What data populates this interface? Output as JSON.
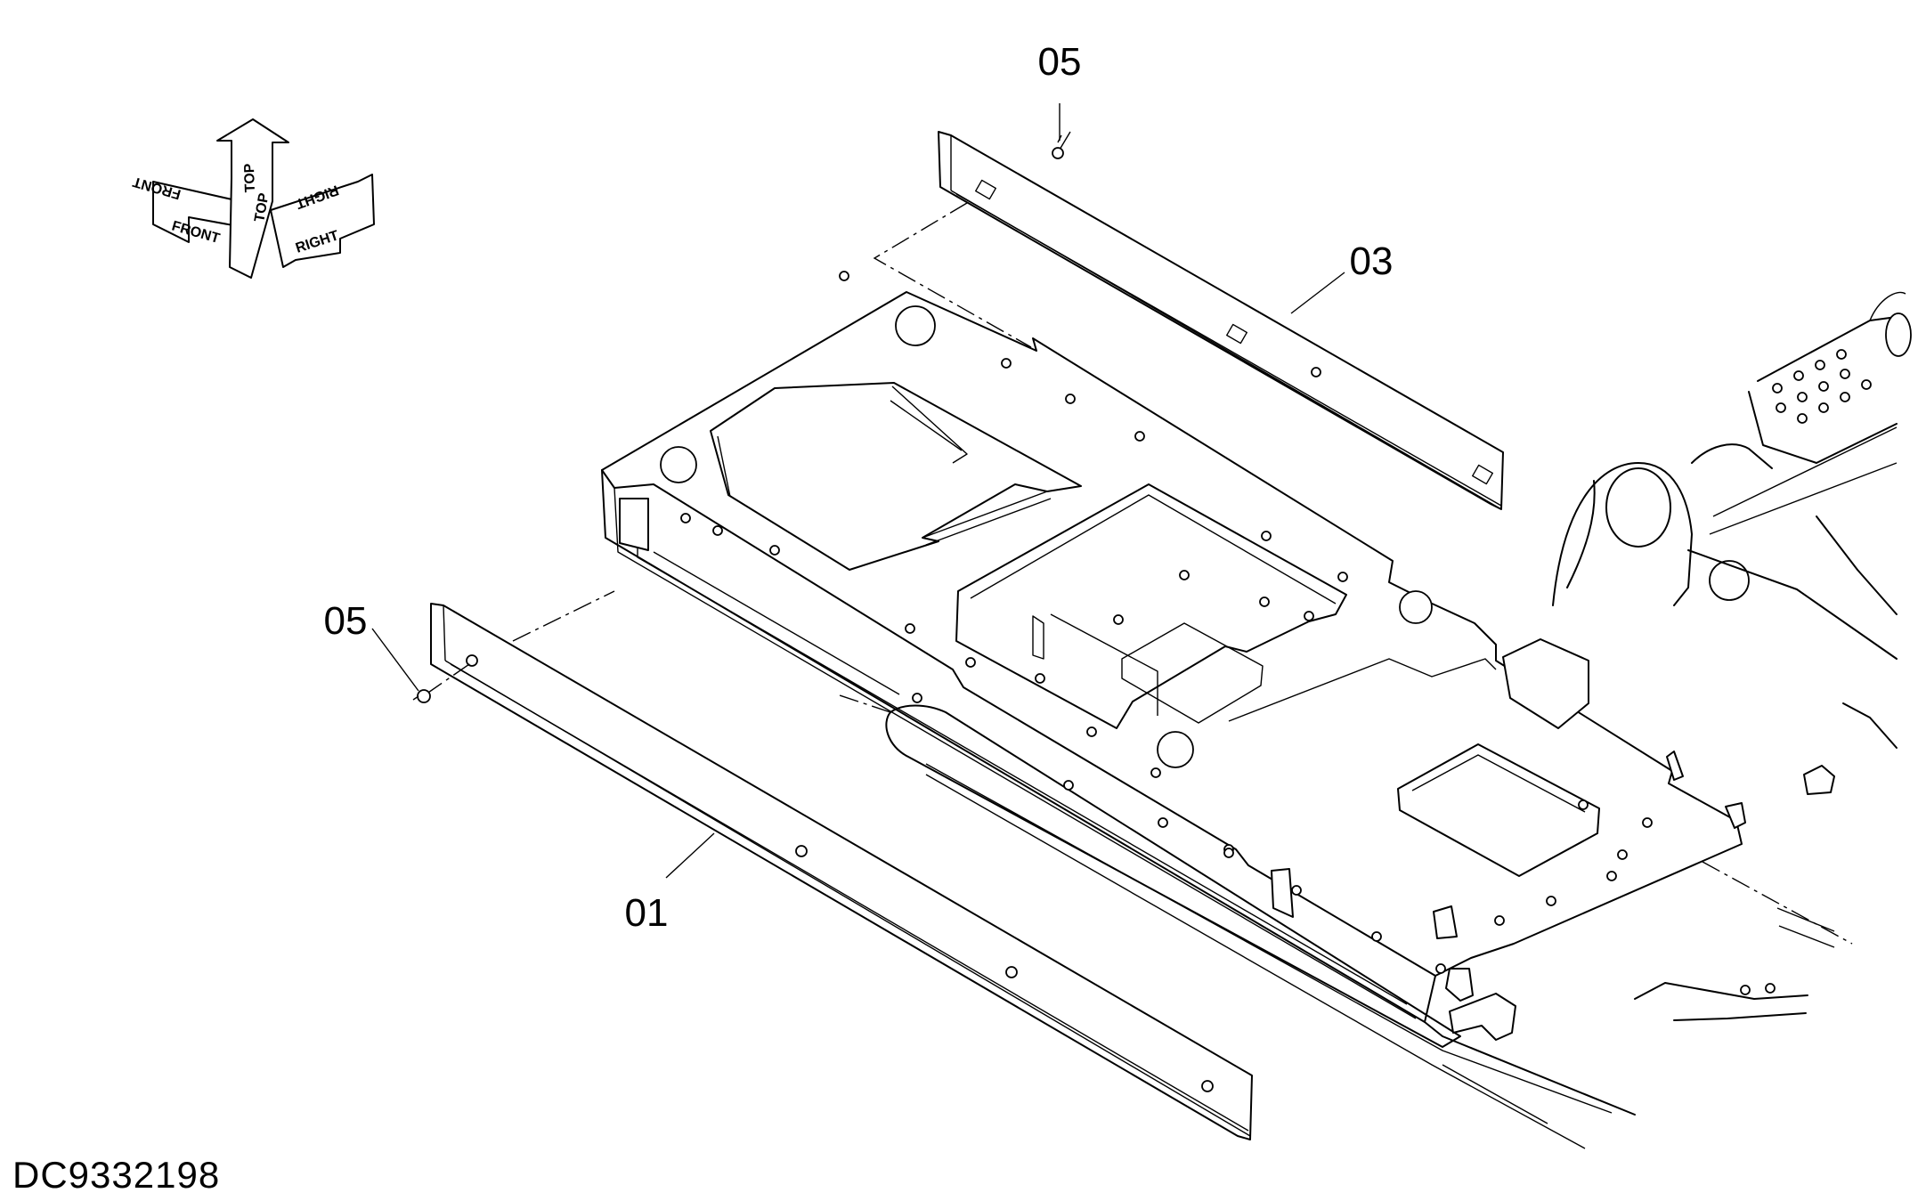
{
  "drawing_id": "DC9332198",
  "orientation_indicator": {
    "labels": [
      "FRONT",
      "TOP",
      "RIGHT"
    ],
    "mirrored_labels": [
      "FRONT",
      "TOP",
      "RIGHT"
    ]
  },
  "callouts": [
    {
      "id": "callout-05-top",
      "text": "05"
    },
    {
      "id": "callout-03",
      "text": "03"
    },
    {
      "id": "callout-05-left",
      "text": "05"
    },
    {
      "id": "callout-01",
      "text": "01"
    }
  ]
}
